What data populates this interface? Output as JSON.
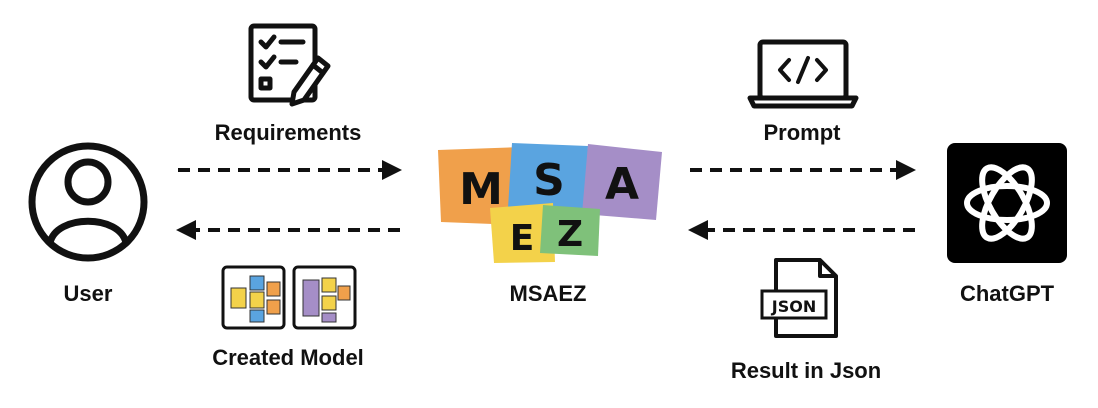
{
  "nodes": {
    "user": {
      "label": "User"
    },
    "msaez": {
      "label": "MSAEZ",
      "logo_letters": [
        "M",
        "S",
        "A",
        "E",
        "Z"
      ]
    },
    "chatgpt": {
      "label": "ChatGPT"
    }
  },
  "flows": {
    "requirements": {
      "label": "Requirements"
    },
    "created_model": {
      "label": "Created Model"
    },
    "prompt": {
      "label": "Prompt"
    },
    "result": {
      "label": "Result in Json",
      "file_tag": "JSON"
    }
  },
  "colors": {
    "logo_orange": "#f0a04b",
    "logo_blue": "#5aa4e0",
    "logo_purple": "#a58ec7",
    "logo_yellow": "#f3d24a",
    "logo_green": "#7fc17a",
    "chatgpt_bg": "#000000"
  }
}
